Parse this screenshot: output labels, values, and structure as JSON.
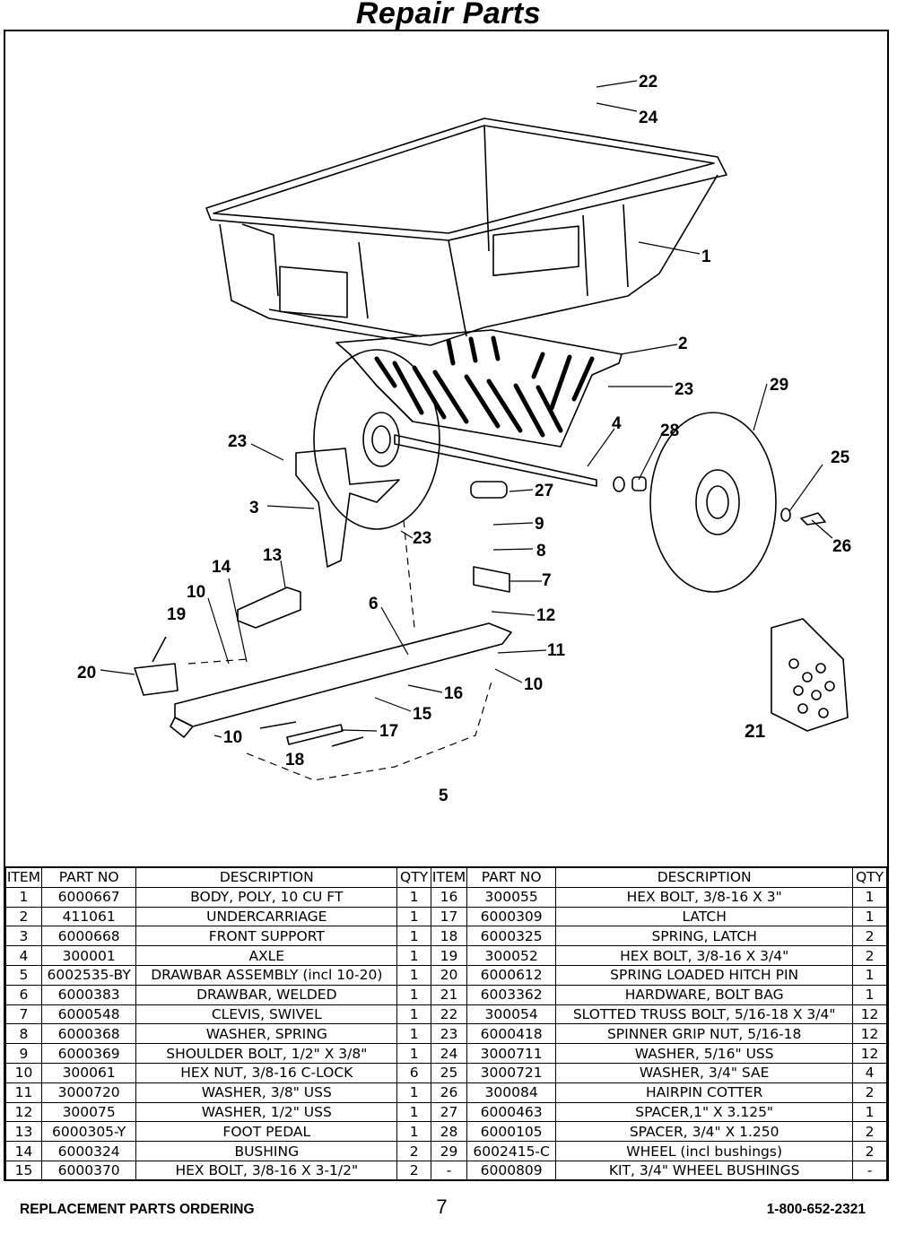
{
  "title": "Repair Parts",
  "callouts": [
    "22",
    "24",
    "1",
    "2",
    "23",
    "29",
    "4",
    "28",
    "25",
    "23",
    "3",
    "27",
    "9",
    "23",
    "26",
    "8",
    "13",
    "7",
    "14",
    "6",
    "10",
    "12",
    "19",
    "11",
    "20",
    "16",
    "10",
    "15",
    "17",
    "10",
    "21",
    "18",
    "5"
  ],
  "table": {
    "headers": [
      "ITEM",
      "PART NO",
      "DESCRIPTION",
      "QTY",
      "ITEM",
      "PART NO",
      "DESCRIPTION",
      "QTY"
    ],
    "rows": [
      [
        "1",
        "6000667",
        "BODY, POLY, 10 CU FT",
        "1",
        "16",
        "300055",
        "HEX BOLT, 3/8-16 X 3\"",
        "1"
      ],
      [
        "2",
        "411061",
        "UNDERCARRIAGE",
        "1",
        "17",
        "6000309",
        "LATCH",
        "1"
      ],
      [
        "3",
        "6000668",
        "FRONT SUPPORT",
        "1",
        "18",
        "6000325",
        "SPRING, LATCH",
        "2"
      ],
      [
        "4",
        "300001",
        "AXLE",
        "1",
        "19",
        "300052",
        "HEX BOLT, 3/8-16 X 3/4\"",
        "2"
      ],
      [
        "5",
        "6002535-BY",
        "DRAWBAR ASSEMBLY (incl 10-20)",
        "1",
        "20",
        "6000612",
        "SPRING LOADED HITCH PIN",
        "1"
      ],
      [
        "6",
        "6000383",
        "DRAWBAR, WELDED",
        "1",
        "21",
        "6003362",
        "HARDWARE, BOLT BAG",
        "1"
      ],
      [
        "7",
        "6000548",
        "CLEVIS, SWIVEL",
        "1",
        "22",
        "300054",
        "SLOTTED TRUSS BOLT, 5/16-18 X 3/4\"",
        "12"
      ],
      [
        "8",
        "6000368",
        "WASHER, SPRING",
        "1",
        "23",
        "6000418",
        "SPINNER GRIP NUT, 5/16-18",
        "12"
      ],
      [
        "9",
        "6000369",
        "SHOULDER BOLT, 1/2\" X 3/8\"",
        "1",
        "24",
        "3000711",
        "WASHER, 5/16\" USS",
        "12"
      ],
      [
        "10",
        "300061",
        "HEX NUT, 3/8-16 C-LOCK",
        "6",
        "25",
        "3000721",
        "WASHER, 3/4\" SAE",
        "4"
      ],
      [
        "11",
        "3000720",
        "WASHER, 3/8\" USS",
        "1",
        "26",
        "300084",
        "HAIRPIN COTTER",
        "2"
      ],
      [
        "12",
        "300075",
        "WASHER, 1/2\" USS",
        "1",
        "27",
        "6000463",
        "SPACER,1\" X 3.125\"",
        "1"
      ],
      [
        "13",
        "6000305-Y",
        "FOOT PEDAL",
        "1",
        "28",
        "6000105",
        "SPACER, 3/4\" X 1.250",
        "2"
      ],
      [
        "14",
        "6000324",
        "BUSHING",
        "2",
        "29",
        "6002415-C",
        "WHEEL (incl bushings)",
        "2"
      ],
      [
        "15",
        "6000370",
        "HEX BOLT, 3/8-16 X 3-1/2\"",
        "2",
        "-",
        "6000809",
        "KIT, 3/4\" WHEEL BUSHINGS",
        "-"
      ]
    ]
  },
  "footer": {
    "left": "REPLACEMENT PARTS ORDERING",
    "page": "7",
    "phone": "1-800-652-2321"
  }
}
